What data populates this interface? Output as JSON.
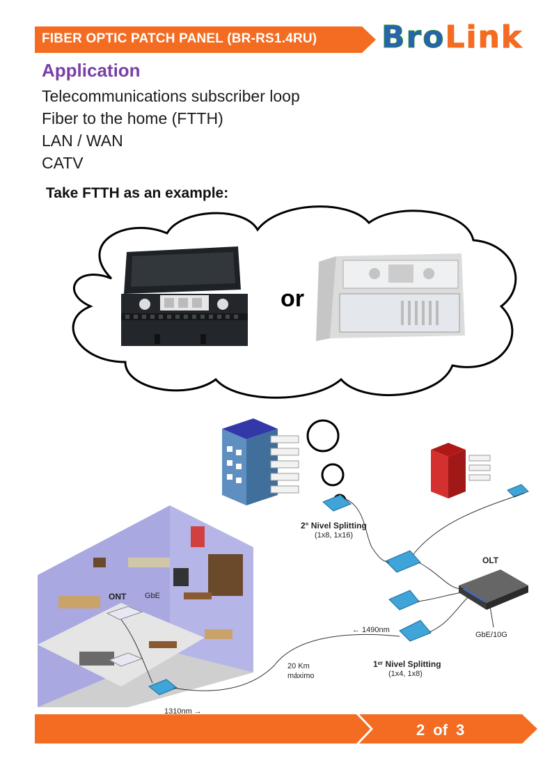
{
  "header": {
    "title": "FIBER OPTIC PATCH PANEL (BR-RS1.4RU)",
    "logo_part1": "Bro",
    "logo_part2": "Link",
    "accent_color": "#f36c21",
    "logo_blue": "#2a61b5",
    "logo_green": "#1d8a2f"
  },
  "application": {
    "heading": "Application",
    "heading_color": "#7a3fa6",
    "items": [
      "Telecommunications subscriber loop",
      "Fiber to the home (FTTH)",
      "LAN / WAN",
      "CATV"
    ]
  },
  "example": {
    "caption": "Take  FTTH as an example:",
    "or_text": "or"
  },
  "diagram": {
    "second_level": "2° Nivel Splitting",
    "second_level_ratio": "(1x8, 1x16)",
    "olt": "OLT",
    "ont": "ONT",
    "gbe": "GbE",
    "gbe_10g": "GbE/10G",
    "downstream": "← 1490nm",
    "first_level": "1ᵉʳ Nivel Splitting",
    "first_level_ratio": "(1x4, 1x8)",
    "distance": "20 Km",
    "distance_note": "máximo",
    "upstream": "1310nm →"
  },
  "footer": {
    "page_current": "2",
    "page_of": "of",
    "page_total": "3"
  }
}
